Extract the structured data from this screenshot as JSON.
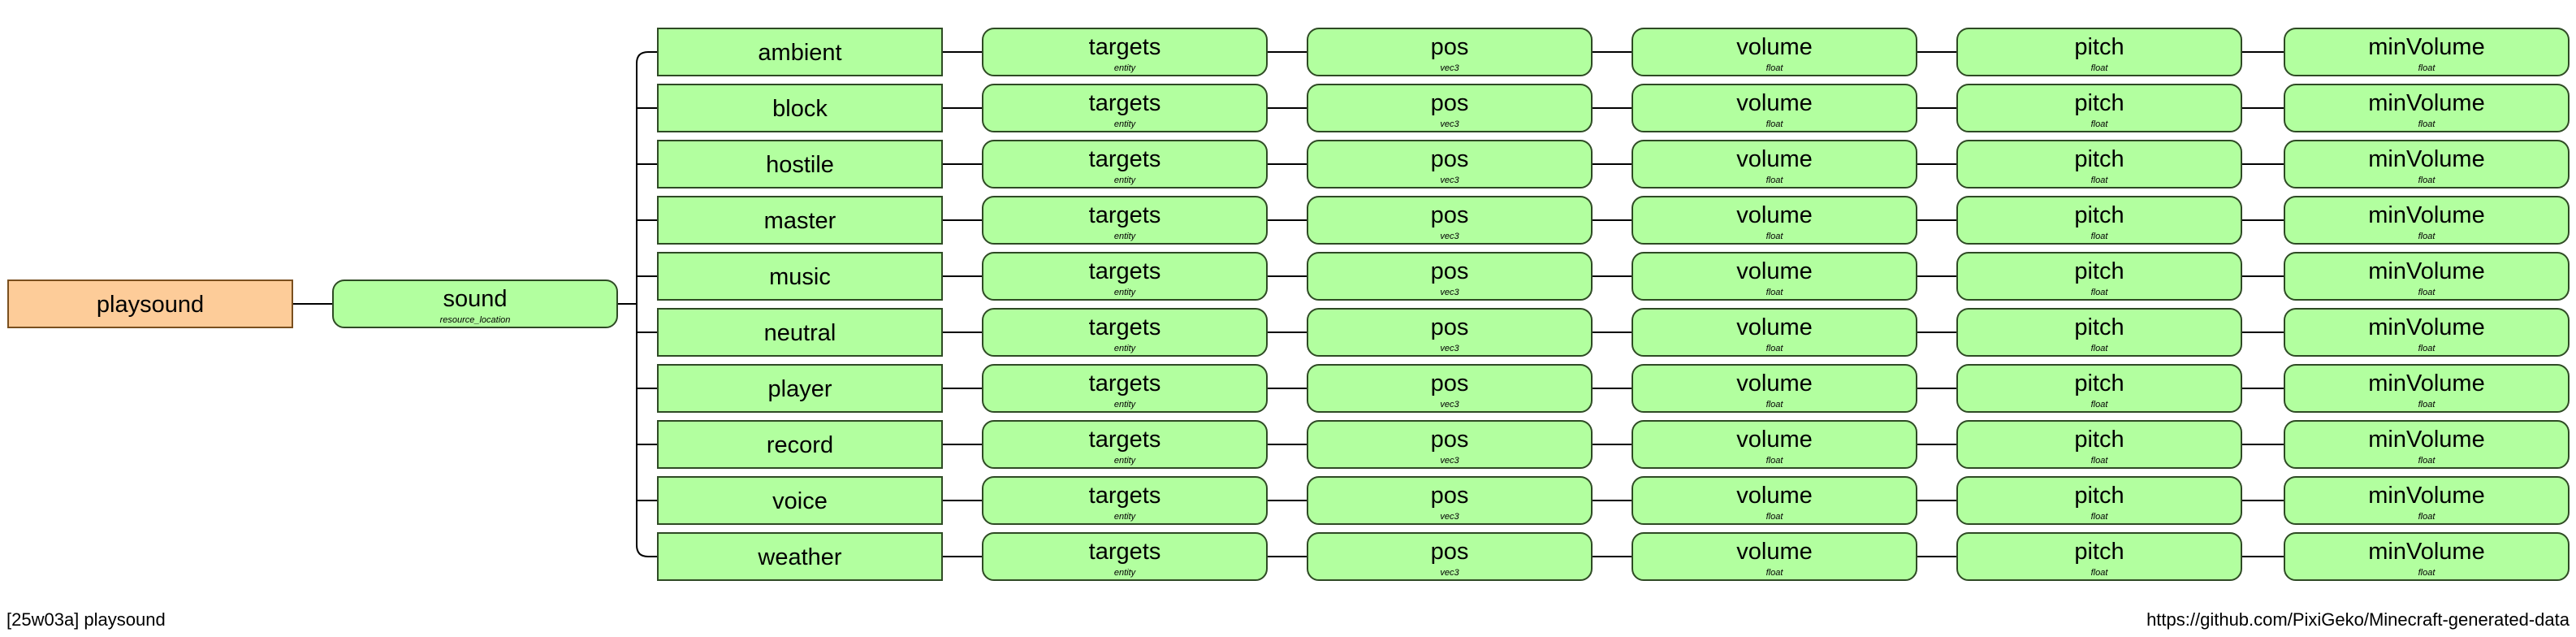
{
  "root": {
    "label": "playsound"
  },
  "sound": {
    "label": "sound",
    "type": "resource_location"
  },
  "categories": [
    "ambient",
    "block",
    "hostile",
    "master",
    "music",
    "neutral",
    "player",
    "record",
    "voice",
    "weather"
  ],
  "chain": [
    {
      "label": "targets",
      "type": "entity"
    },
    {
      "label": "pos",
      "type": "vec3"
    },
    {
      "label": "volume",
      "type": "float"
    },
    {
      "label": "pitch",
      "type": "float"
    },
    {
      "label": "minVolume",
      "type": "float"
    }
  ],
  "colors": {
    "root_fill": "#fdcc99",
    "root_stroke": "#7a4f1e",
    "node_fill": "#b2ff9f",
    "node_stroke": "#2e4a24",
    "line": "#000000"
  },
  "footer": {
    "left": "[25w03a] playsound",
    "right": "https://github.com/PixiGeko/Minecraft-generated-data"
  }
}
